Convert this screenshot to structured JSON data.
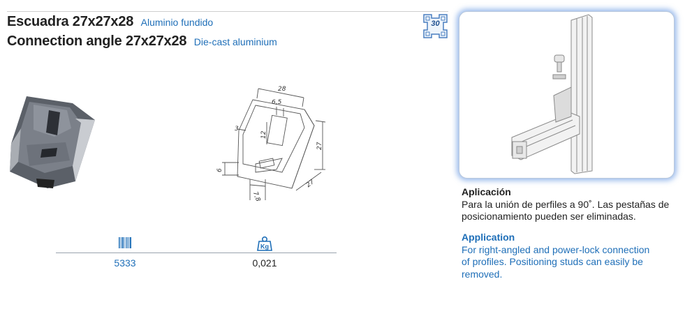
{
  "title_es": {
    "main": "Escuadra 27x27x28",
    "sub": "Aluminio fundido"
  },
  "title_en": {
    "main": "Connection angle 27x27x28",
    "sub": "Die-cast aluminium"
  },
  "profile_badge": {
    "number": "30",
    "icon": "profile-series-icon"
  },
  "drawing": {
    "dims": {
      "width": "28",
      "slot_w": "6,5",
      "slot_h": "12",
      "wall": "3",
      "height": "27",
      "depth": "27",
      "base": "6",
      "hole": "7,8"
    }
  },
  "specs": {
    "code": {
      "icon": "barcode-icon",
      "value": "5333"
    },
    "weight": {
      "icon": "weight-kg-icon",
      "icon_text": "Kg",
      "value": "0,021"
    }
  },
  "application_es": {
    "heading": "Aplicación",
    "lines": [
      "Para la unión de perfiles a 90˚. Las pestañas de",
      "posicionamiento pueden ser eliminadas."
    ]
  },
  "application_en": {
    "heading": "Application",
    "lines": [
      "For right-angled and power-lock connection",
      "of profiles. Positioning studs can easily be",
      "removed."
    ]
  },
  "colors": {
    "accent_blue": "#1f6fb8",
    "glow": "#4682dc",
    "text": "#222222"
  }
}
